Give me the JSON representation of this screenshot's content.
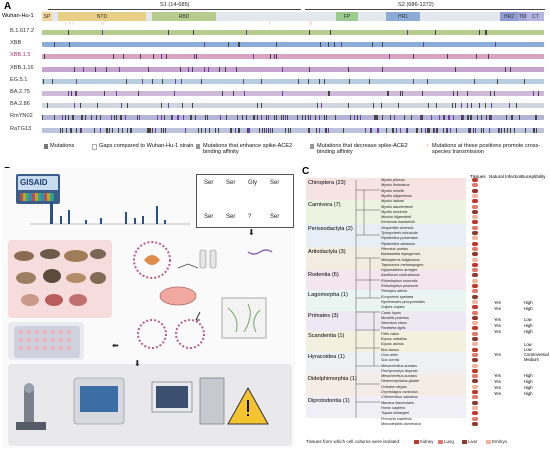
{
  "panel_a": {
    "letter": "A",
    "s1_label": "S1 (14-685)",
    "s2_label": "S2 (686-1272)",
    "reference": "Wuhan-Hu-1",
    "domains": [
      "SP",
      "NTD",
      "RBD",
      "FP",
      "HR1",
      "HR2",
      "TM",
      "CT"
    ],
    "strains": [
      "B.1.617.2",
      "XBB",
      "XBB.1.5",
      "XBB.1.16",
      "EG.5.1",
      "BA.2.75",
      "BA.2.86",
      "RmYN02",
      "RaTG13"
    ],
    "legend": {
      "mutations": "Mutations",
      "gaps": "Gaps compared to Wuhan-Hu-1 strain",
      "enhance": "Mutations that enhance spike-ACE2 binding affinity",
      "decrease": "Mutations that decrease spike-ACE2 binding affinity",
      "promote": "Mutations at these positions promote cross-species transmission"
    },
    "colors": {
      "sp": "#f3d49a",
      "ntd": "#e9cf86",
      "rbd": "#b6cc8e",
      "fp": "#9ccb8f",
      "hr1": "#8cacd8",
      "hr2": "#8e9ed2",
      "tm": "#a5a6d8",
      "ct": "#b3b6e2"
    }
  },
  "panel_b": {
    "letter": "B",
    "db": "GISAID",
    "residues_top": [
      "Ser",
      "Ser",
      "Gly",
      "Ser"
    ],
    "residues_bottom": [
      "Ser",
      "Ser",
      "?",
      "Ser"
    ]
  },
  "panel_c": {
    "letter": "C",
    "headers": [
      "Tissues",
      "Natural Infection",
      "Suceptibility"
    ],
    "orders": [
      {
        "name": "Chiroptera (23)"
      },
      {
        "name": "Carnivora (7)"
      },
      {
        "name": "Perissodactyla (2)"
      },
      {
        "name": "Artiodactyla (3)"
      },
      {
        "name": "Rodentia (6)"
      },
      {
        "name": "Lagomorpha (1)"
      },
      {
        "name": "Primates (3)"
      },
      {
        "name": "Scandentia (1)"
      },
      {
        "name": "Hyracoidea (1)"
      },
      {
        "name": "Didelphimorphia (1)"
      },
      {
        "name": "Diprotodontia (1)"
      }
    ],
    "species": [
      "Myotis pilosus",
      "Myotis fimbriatus",
      "Myotis ricketti",
      "Myotis siligorensis",
      "Myotis lakkari",
      "Myotis daubentonii",
      "Myotis muricola",
      "Murina hilgendorfi",
      "Kerivoula hardwickii",
      "Vespertilio sinensis",
      "Tylonycteris robustula",
      "Pipistrellus pulveratus",
      "Pipistrellus abramus",
      "Plecotus auritus",
      "Barbastella leptogensis",
      "Miniopterus fuliginosus",
      "Taphozous melanopogon",
      "Hipposideros armiger",
      "Aselliscus stoliczkanus",
      "Rhinolophus macrotis",
      "Rhinolophus pearsoni",
      "Pteropus alecto",
      "Eonycteris spelaea",
      "Nyctereutes procyonoides",
      "Vulpes vulpes",
      "Canis lupus",
      "Mustela putorius",
      "Neovison vison",
      "Panthera tigris",
      "Felis catus",
      "Equus caballus",
      "Equus asinus",
      "Bos taurus",
      "Ovis aries",
      "Sus scrofa",
      "Mesocricetus auratus",
      "Pachyuromys duprasi",
      "Mesocricetus auratus",
      "Heterocephalus glaber",
      "Octodon degus",
      "Oryctolagus cuniculus",
      "Chlorocebus sabaeus",
      "Macaca fascicularis",
      "Homo sapiens",
      "Tupaia belangeri",
      "Procavia capensis",
      "Monodelphis domestica"
    ],
    "infection_rows": [
      {
        "yes": "Yes",
        "level": "High"
      },
      {
        "yes": "Yes",
        "level": "High"
      },
      {
        "yes": "Yes",
        "level": "Low"
      },
      {
        "yes": "Yes",
        "level": "High"
      },
      {
        "yes": "Yes",
        "level": "High"
      },
      {
        "yes": "",
        "level": "Low"
      },
      {
        "yes": "",
        "level": "Low"
      },
      {
        "yes": "Yes",
        "level": "Controversial"
      },
      {
        "yes": "",
        "level": "Medium"
      },
      {
        "yes": "Yes",
        "level": "High"
      },
      {
        "yes": "Yes",
        "level": "High"
      },
      {
        "yes": "Yes",
        "level": "High"
      },
      {
        "yes": "Yes",
        "level": "High"
      }
    ],
    "footer": "Tissues from which cell cultures were isolated:",
    "tissue_legend": [
      "Kidney",
      "Lung",
      "Liver",
      "Embryo"
    ]
  }
}
